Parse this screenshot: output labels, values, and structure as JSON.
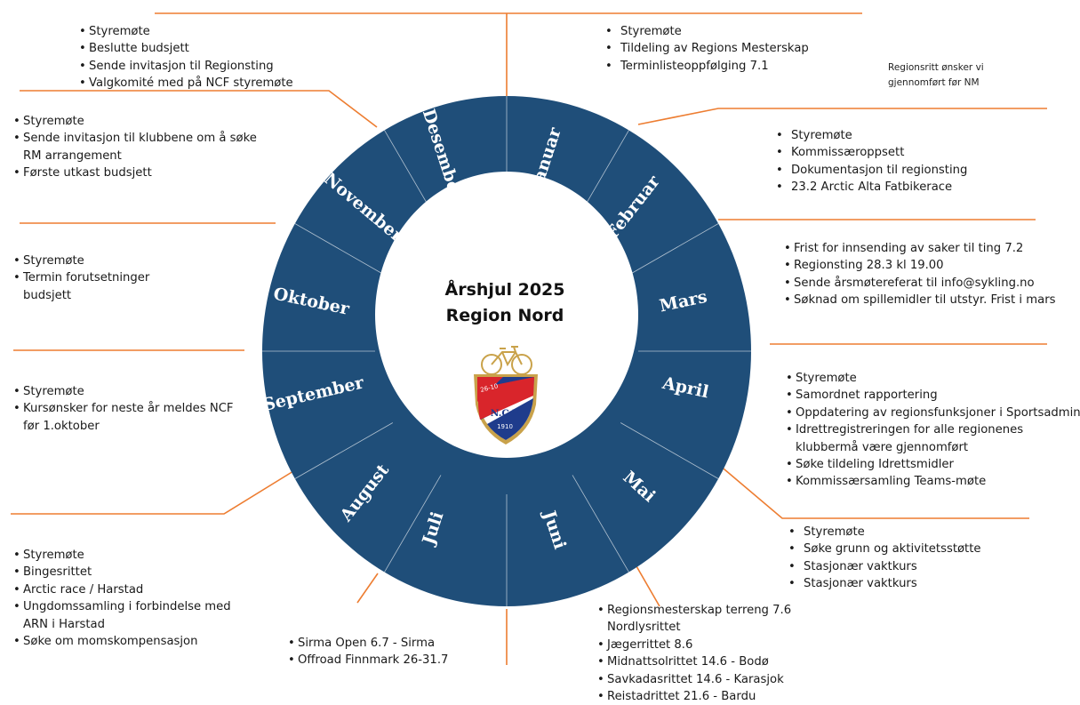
{
  "wheel": {
    "title_line1": "Årshjul 2025",
    "title_line2": "Region Nord",
    "ring_color": "#1f4e79",
    "connector_color": "#ed7d31",
    "months": {
      "januar": "Januar",
      "februar": "Februar",
      "mars": "Mars",
      "april": "April",
      "mai": "Mai",
      "juni": "Juni",
      "juli": "Juli",
      "august": "August",
      "september": "September",
      "oktober": "Oktober",
      "november": "November",
      "desember": "Desember"
    }
  },
  "logo": {
    "mono": "N.C.F.",
    "year_left": "26-10",
    "year_right": "1910",
    "colors": {
      "blue": "#1f3c8c",
      "red": "#d9252b",
      "gold": "#c9a24a"
    }
  },
  "notes": {
    "januar": [
      "Styremøte",
      "Tildeling av Regions Mesterskap",
      "Terminlisteoppfølging 7.1"
    ],
    "februar": [
      "Styremøte",
      "Kommissæroppsett",
      "Dokumentasjon til regionsting",
      "23.2 Arctic Alta Fatbikerace"
    ],
    "mars": [
      "Frist for innsending av saker til ting 7.2",
      "Regionsting 28.3 kl 19.00",
      "Sende årsmøtereferat til info@sykling.no",
      "Søknad om spillemidler til utstyr. Frist i mars"
    ],
    "april": [
      "Styremøte",
      "Samordnet rapportering",
      "Oppdatering av regionsfunksjoner i Sportsadmin",
      "Idrettregistreringen for alle regionenes klubbermå være gjennomført",
      "Søke tildeling Idrettsmidler",
      "Kommissærsamling Teams-møte"
    ],
    "mai": [
      "Styremøte",
      "Søke grunn og aktivitetsstøtte",
      "Stasjonær vaktkurs",
      "Stasjonær vaktkurs"
    ],
    "juni": [
      "Regionsmesterskap terreng 7.6 Nordlysrittet",
      "Jægerrittet 8.6",
      "Midnattsolrittet 14.6 - Bodø",
      "Savkadasrittet 14.6 - Karasjok",
      "Reistadrittet 21.6 - Bardu"
    ],
    "juli": [
      "Sirma Open 6.7 - Sirma",
      "Offroad Finnmark 26-31.7"
    ],
    "august": [
      "Styremøte",
      "Bingesrittet",
      "Arctic race / Harstad",
      "Ungdomssamling i forbindelse med ARN i Harstad",
      "Søke om momskompensasjon"
    ],
    "september": [
      "Styremøte",
      "Kursønsker for neste år meldes NCF før 1.oktober"
    ],
    "oktober": [
      "Styremøte",
      "Termin forutsetninger budsjett"
    ],
    "november": [
      "Styremøte",
      "Sende invitasjon til klubbene om å søke RM arrangement",
      "Første utkast budsjett"
    ],
    "desember": [
      "Styremøte",
      "Beslutte budsjett",
      "Sende invitasjon til Regionsting",
      "Valgkomité med på NCF styremøte"
    ]
  },
  "side_note": {
    "line1": "Regionsritt ønsker vi",
    "line2": "gjennomført før NM"
  }
}
